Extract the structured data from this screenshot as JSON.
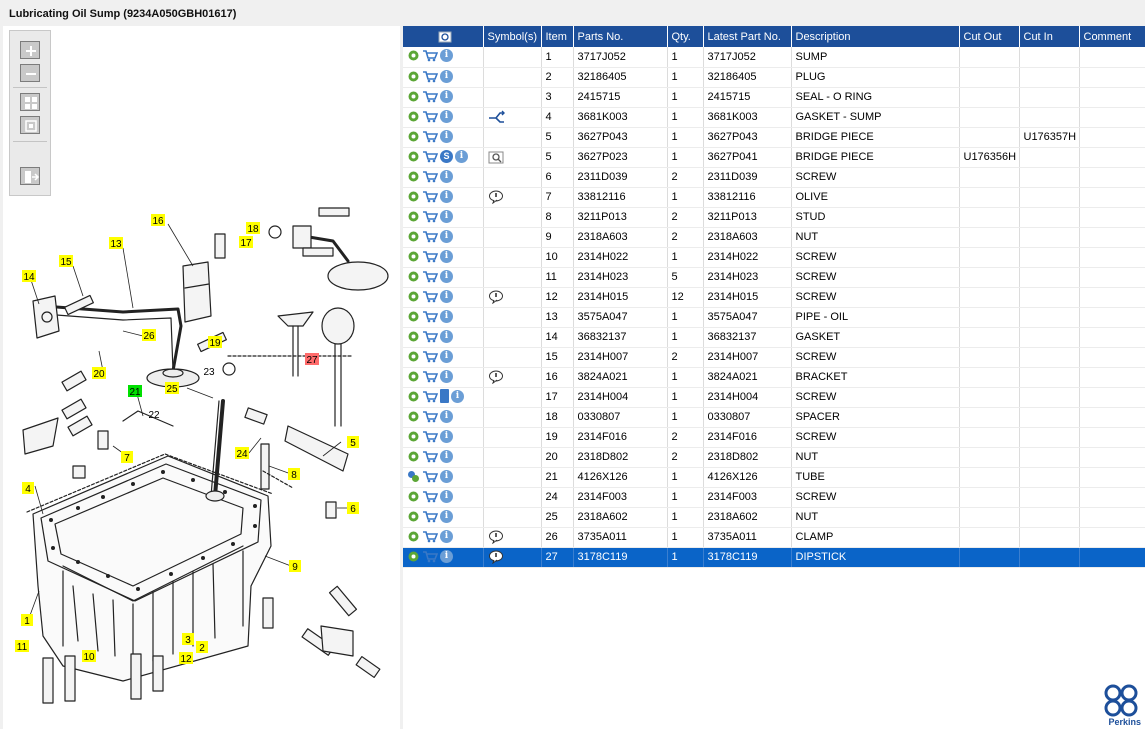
{
  "window": {
    "title": "Lubricating Oil Sump (9234A050GBH01617)"
  },
  "zoom_toolbar": {
    "buttons": [
      "zoom-in",
      "zoom-out",
      "fit-all",
      "fit-page",
      "export"
    ]
  },
  "diagram": {
    "callouts_yellow": [
      "16",
      "13",
      "18",
      "17",
      "14",
      "15",
      "26",
      "19",
      "20",
      "25",
      "23",
      "22",
      "5",
      "24",
      "8",
      "7",
      "4",
      "6",
      "9",
      "1",
      "11",
      "10",
      "12",
      "2",
      "3"
    ],
    "callout_green": "21",
    "callout_red": "27"
  },
  "table": {
    "columns": [
      "",
      "Symbol(s)",
      "Item",
      "Parts No.",
      "Qty.",
      "Latest Part No.",
      "Description",
      "Cut Out",
      "Cut In",
      "Comment"
    ],
    "rows": [
      {
        "item": "1",
        "parts_no": "3717J052",
        "qty": "1",
        "latest": "3717J052",
        "desc": "SUMP",
        "cut_out": "",
        "cut_in": "",
        "symbol": ""
      },
      {
        "item": "2",
        "parts_no": "32186405",
        "qty": "1",
        "latest": "32186405",
        "desc": "PLUG",
        "cut_out": "",
        "cut_in": "",
        "symbol": ""
      },
      {
        "item": "3",
        "parts_no": "2415715",
        "qty": "1",
        "latest": "2415715",
        "desc": "SEAL - O RING",
        "cut_out": "",
        "cut_in": "",
        "symbol": ""
      },
      {
        "item": "4",
        "parts_no": "3681K003",
        "qty": "1",
        "latest": "3681K003",
        "desc": "GASKET - SUMP",
        "cut_out": "",
        "cut_in": "",
        "symbol": "replace"
      },
      {
        "item": "5",
        "parts_no": "3627P043",
        "qty": "1",
        "latest": "3627P043",
        "desc": "BRIDGE PIECE",
        "cut_out": "",
        "cut_in": "U176357H",
        "symbol": ""
      },
      {
        "item": "5",
        "parts_no": "3627P023",
        "qty": "1",
        "latest": "3627P041",
        "desc": "BRIDGE PIECE",
        "cut_out": "U176356H",
        "cut_in": "",
        "symbol": "search"
      },
      {
        "item": "6",
        "parts_no": "2311D039",
        "qty": "2",
        "latest": "2311D039",
        "desc": "SCREW",
        "cut_out": "",
        "cut_in": "",
        "symbol": ""
      },
      {
        "item": "7",
        "parts_no": "33812116",
        "qty": "1",
        "latest": "33812116",
        "desc": "OLIVE",
        "cut_out": "",
        "cut_in": "",
        "symbol": "note"
      },
      {
        "item": "8",
        "parts_no": "3211P013",
        "qty": "2",
        "latest": "3211P013",
        "desc": "STUD",
        "cut_out": "",
        "cut_in": "",
        "symbol": ""
      },
      {
        "item": "9",
        "parts_no": "2318A603",
        "qty": "2",
        "latest": "2318A603",
        "desc": "NUT",
        "cut_out": "",
        "cut_in": "",
        "symbol": ""
      },
      {
        "item": "10",
        "parts_no": "2314H022",
        "qty": "1",
        "latest": "2314H022",
        "desc": "SCREW",
        "cut_out": "",
        "cut_in": "",
        "symbol": ""
      },
      {
        "item": "11",
        "parts_no": "2314H023",
        "qty": "5",
        "latest": "2314H023",
        "desc": "SCREW",
        "cut_out": "",
        "cut_in": "",
        "symbol": ""
      },
      {
        "item": "12",
        "parts_no": "2314H015",
        "qty": "12",
        "latest": "2314H015",
        "desc": "SCREW",
        "cut_out": "",
        "cut_in": "",
        "symbol": "note"
      },
      {
        "item": "13",
        "parts_no": "3575A047",
        "qty": "1",
        "latest": "3575A047",
        "desc": "PIPE - OIL",
        "cut_out": "",
        "cut_in": "",
        "symbol": ""
      },
      {
        "item": "14",
        "parts_no": "36832137",
        "qty": "1",
        "latest": "36832137",
        "desc": "GASKET",
        "cut_out": "",
        "cut_in": "",
        "symbol": ""
      },
      {
        "item": "15",
        "parts_no": "2314H007",
        "qty": "2",
        "latest": "2314H007",
        "desc": "SCREW",
        "cut_out": "",
        "cut_in": "",
        "symbol": ""
      },
      {
        "item": "16",
        "parts_no": "3824A021",
        "qty": "1",
        "latest": "3824A021",
        "desc": "BRACKET",
        "cut_out": "",
        "cut_in": "",
        "symbol": "note"
      },
      {
        "item": "17",
        "parts_no": "2314H004",
        "qty": "1",
        "latest": "2314H004",
        "desc": "SCREW",
        "cut_out": "",
        "cut_in": "",
        "symbol": ""
      },
      {
        "item": "18",
        "parts_no": "0330807",
        "qty": "1",
        "latest": "0330807",
        "desc": "SPACER",
        "cut_out": "",
        "cut_in": "",
        "symbol": ""
      },
      {
        "item": "19",
        "parts_no": "2314F016",
        "qty": "2",
        "latest": "2314F016",
        "desc": "SCREW",
        "cut_out": "",
        "cut_in": "",
        "symbol": ""
      },
      {
        "item": "20",
        "parts_no": "2318D802",
        "qty": "2",
        "latest": "2318D802",
        "desc": "NUT",
        "cut_out": "",
        "cut_in": "",
        "symbol": ""
      },
      {
        "item": "21",
        "parts_no": "4126X126",
        "qty": "1",
        "latest": "4126X126",
        "desc": "TUBE",
        "cut_out": "",
        "cut_in": "",
        "symbol": ""
      },
      {
        "item": "24",
        "parts_no": "2314F003",
        "qty": "1",
        "latest": "2314F003",
        "desc": "SCREW",
        "cut_out": "",
        "cut_in": "",
        "symbol": ""
      },
      {
        "item": "25",
        "parts_no": "2318A602",
        "qty": "1",
        "latest": "2318A602",
        "desc": "NUT",
        "cut_out": "",
        "cut_in": "",
        "symbol": ""
      },
      {
        "item": "26",
        "parts_no": "3735A011",
        "qty": "1",
        "latest": "3735A011",
        "desc": "CLAMP",
        "cut_out": "",
        "cut_in": "",
        "symbol": "note"
      },
      {
        "item": "27",
        "parts_no": "3178C119",
        "qty": "1",
        "latest": "3178C119",
        "desc": "DIPSTICK",
        "cut_out": "",
        "cut_in": "",
        "symbol": "note"
      }
    ],
    "selected_item": "27"
  },
  "colors": {
    "header": "#1d4f9a",
    "selected": "#0a64c8",
    "callout_yellow": "#ffff00",
    "callout_green": "#00e000",
    "callout_red": "#ff6b6b"
  },
  "logo": {
    "text": "Perkins"
  }
}
